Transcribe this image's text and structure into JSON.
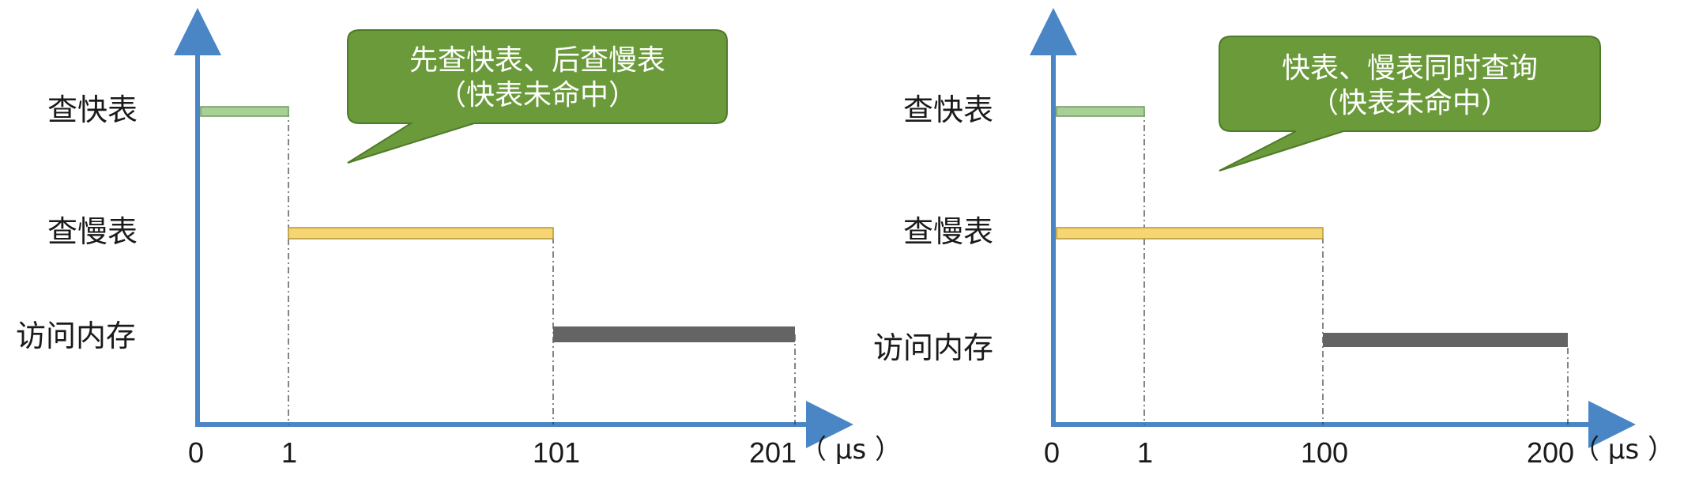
{
  "diagrams": [
    {
      "id": "left",
      "row_labels": [
        "查快表",
        "查慢表",
        "访问内存"
      ],
      "bubble_line1": "先查快表、后查慢表",
      "bubble_line2": "（快表未命中）",
      "ticks": [
        "0",
        "1",
        "101",
        "201"
      ],
      "unit": "（ μs ）",
      "bars": [
        {
          "row": "查快表",
          "start": 0,
          "end": 1
        },
        {
          "row": "查慢表",
          "start": 1,
          "end": 101
        },
        {
          "row": "访问内存",
          "start": 101,
          "end": 201
        }
      ]
    },
    {
      "id": "right",
      "row_labels": [
        "查快表",
        "查慢表",
        "访问内存"
      ],
      "bubble_line1": "快表、慢表同时查询",
      "bubble_line2": "（快表未命中）",
      "ticks": [
        "0",
        "1",
        "100",
        "200"
      ],
      "unit": "（ μs ）",
      "bars": [
        {
          "row": "查快表",
          "start": 0,
          "end": 1
        },
        {
          "row": "查慢表",
          "start": 0,
          "end": 100
        },
        {
          "row": "访问内存",
          "start": 100,
          "end": 200
        }
      ]
    }
  ],
  "colors": {
    "axis": "#4a86c5",
    "fast_table_bar": "#a9cf98",
    "fast_table_border": "#6f9a5e",
    "slow_table_bar": "#f7d572",
    "slow_table_border": "#b3963a",
    "memory_bar": "#646464",
    "bubble_fill": "#6a9a3a",
    "bubble_border": "#4f7a2a"
  }
}
